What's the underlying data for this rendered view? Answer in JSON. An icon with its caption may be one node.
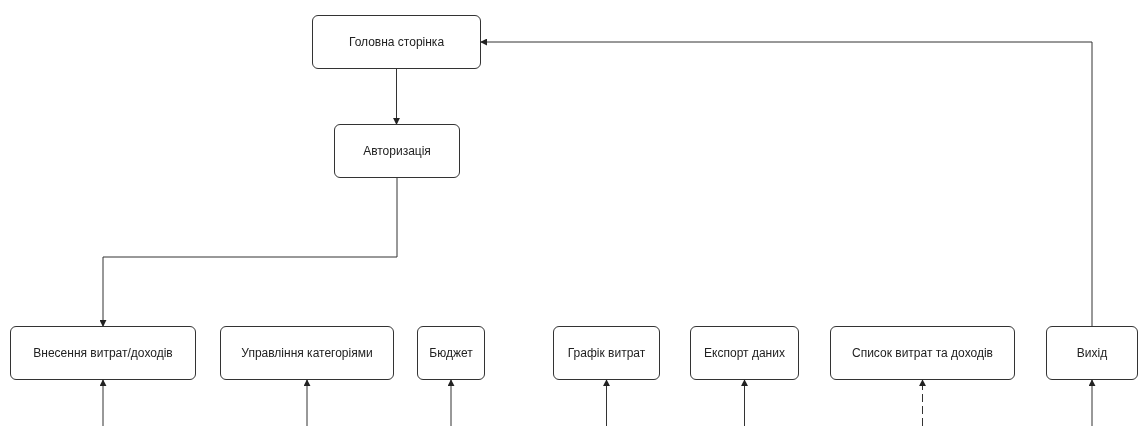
{
  "diagram": {
    "nodes": [
      {
        "text": [
          "Головна сторінка"
        ]
      },
      {
        "text": [
          "Авторизація"
        ]
      },
      {
        "text": [
          "Внесення витрат/доходів"
        ]
      },
      {
        "text": [
          "Управління категоріями"
        ]
      },
      {
        "text": [
          "Бюджет"
        ]
      },
      {
        "text": [
          "Графік витрат"
        ]
      },
      {
        "text": [
          "Експорт даних"
        ]
      },
      {
        "text": [
          "Список витрат та доходів"
        ]
      },
      {
        "text": [
          "Вихід"
        ]
      }
    ],
    "edges": [
      {
        "from": 0,
        "to": 1,
        "arrow": "to"
      },
      {
        "from": 1,
        "to": 2,
        "arrow": "to"
      },
      {
        "from": 8,
        "to": 0,
        "arrow": "to"
      },
      {
        "from": null,
        "to": 2,
        "arrow": "to"
      },
      {
        "from": null,
        "to": 3,
        "arrow": "to"
      },
      {
        "from": null,
        "to": 4,
        "arrow": "to"
      },
      {
        "from": null,
        "to": 5,
        "arrow": "to"
      },
      {
        "from": null,
        "to": 6,
        "arrow": "to"
      },
      {
        "from": null,
        "to": 7,
        "arrow": "to",
        "style": "dashed"
      },
      {
        "from": null,
        "to": 8,
        "arrow": "to"
      }
    ]
  }
}
